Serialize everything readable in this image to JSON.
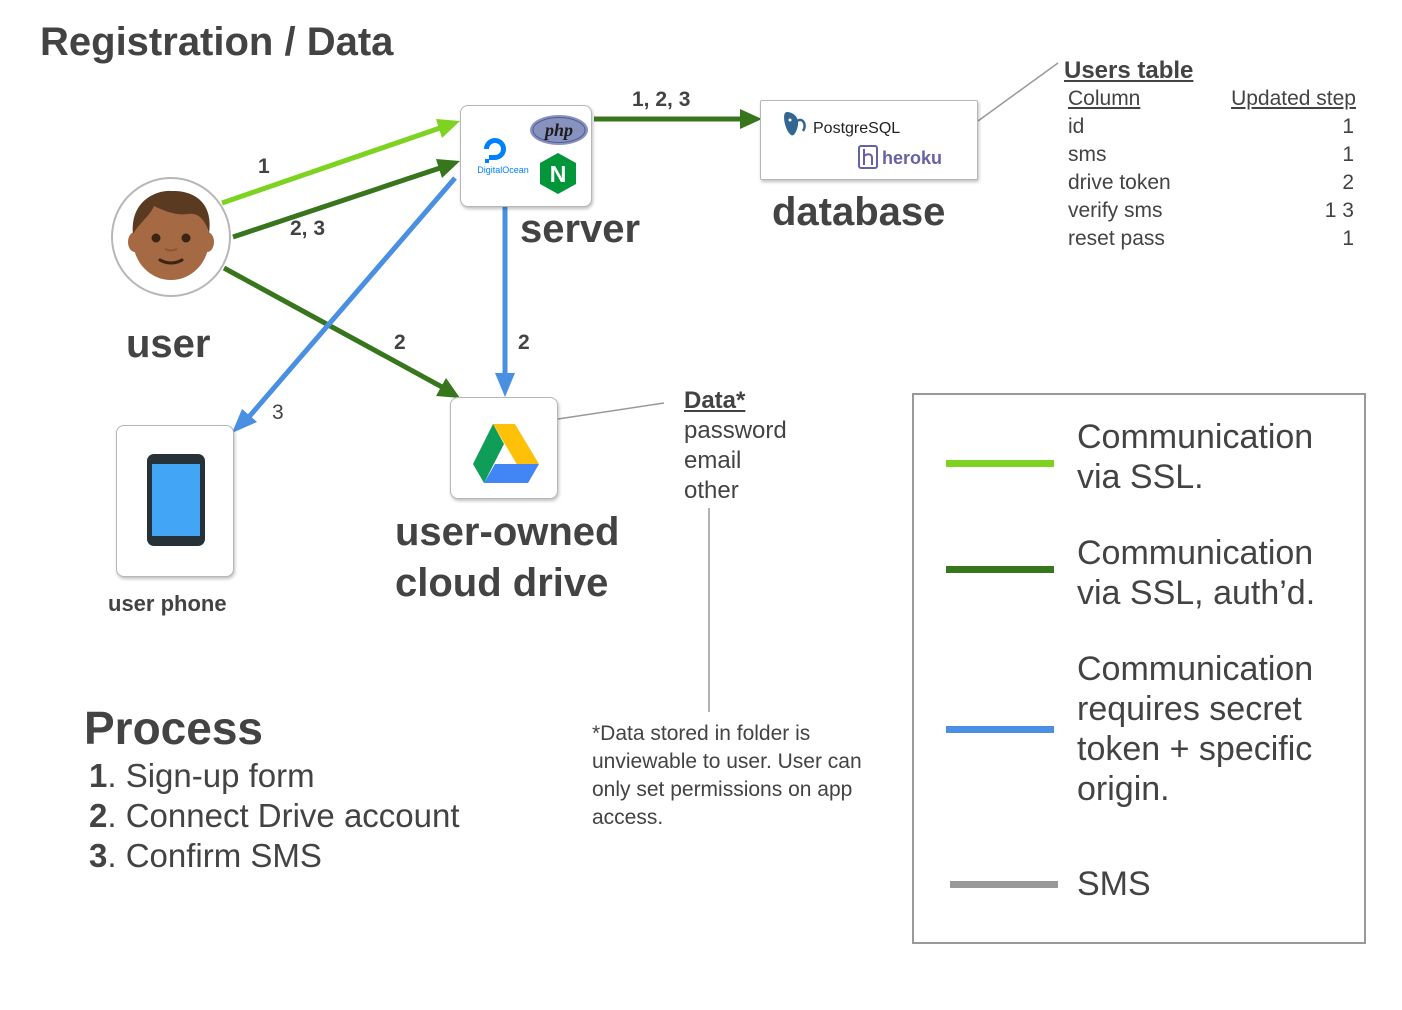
{
  "title": "Registration / Data",
  "nodes": {
    "user": "user",
    "server": "server",
    "database": "database",
    "drive_line1": "user-owned",
    "drive_line2": "cloud drive",
    "phone": "user phone"
  },
  "logos": {
    "php": "php",
    "digitalocean": "DigitalOcean",
    "nginx": "N",
    "postgres": "PostgreSQL",
    "heroku": "heroku"
  },
  "edge_labels": {
    "user_to_server_ssl": "1",
    "user_to_server_auth": "2, 3",
    "server_to_db": "1, 2, 3",
    "user_to_drive": "2",
    "server_to_drive": "2",
    "server_to_phone": "3"
  },
  "users_table": {
    "title": "Users table",
    "col_header": "Column",
    "step_header": "Updated step",
    "rows": [
      {
        "column": "id",
        "step": "1"
      },
      {
        "column": "sms",
        "step": "1"
      },
      {
        "column": "drive token",
        "step": "2"
      },
      {
        "column": "verify sms",
        "step": "1 3"
      },
      {
        "column": "reset pass",
        "step": "1"
      }
    ]
  },
  "data_note": {
    "title": "Data*",
    "items": [
      "password",
      "email",
      "other"
    ]
  },
  "footnote": "*Data stored in folder is unviewable to user. User can only set permissions on app access.",
  "process": {
    "title": "Process",
    "steps": [
      {
        "num": "1",
        "text": ". Sign-up form"
      },
      {
        "num": "2",
        "text": ". Connect Drive account"
      },
      {
        "num": "3",
        "text": ". Confirm SMS"
      }
    ]
  },
  "legend": [
    {
      "text": "Communication\nvia SSL.",
      "color": "#7ed321"
    },
    {
      "text": "Communication\nvia SSL, auth’d.",
      "color": "#38761d"
    },
    {
      "text": "Communication\nrequires secret\ntoken + specific\n origin.",
      "color": "#4a90e2"
    },
    {
      "text": "SMS",
      "color": "#999999"
    }
  ],
  "colors": {
    "ssl": "#7ed321",
    "ssl_auth": "#38761d",
    "secret_token": "#4a90e2",
    "sms": "#999999",
    "text": "#434343"
  }
}
